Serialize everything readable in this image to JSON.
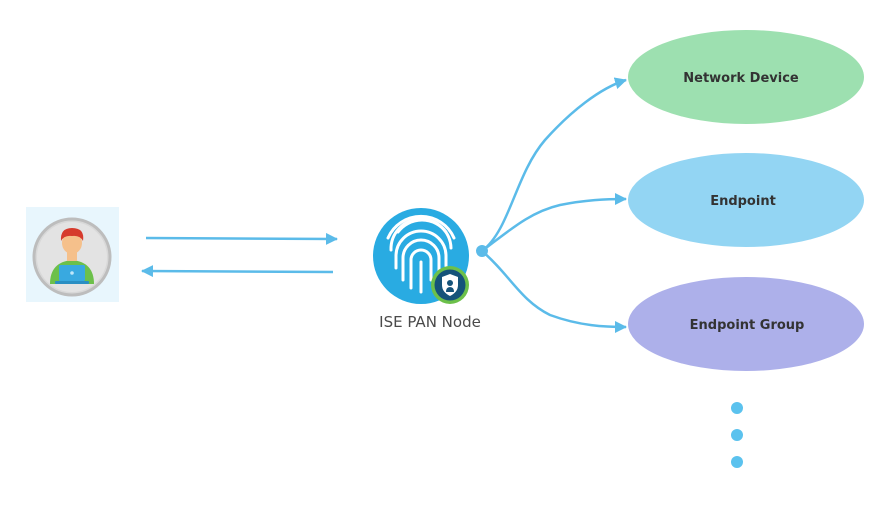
{
  "diagram": {
    "pan_node_label": "ISE PAN Node",
    "targets": [
      {
        "label": "Network Device",
        "fill": "#9de0b0"
      },
      {
        "label": "Endpoint",
        "fill": "#93d5f3"
      },
      {
        "label": "Endpoint Group",
        "fill": "#adb0ea"
      }
    ],
    "more_indicator": "ellipsis-dots",
    "colors": {
      "arrow": "#5bbbe9",
      "dots": "#5bc2ee",
      "fingerprint_bg": "#29abe2",
      "badge_ring": "#6cc04a",
      "badge_inner": "#15537a",
      "user_panel_bg": "#e8f6fd",
      "user_shirt": "#6cc04a",
      "user_hair": "#d63a2c",
      "user_skin": "#f5c08b",
      "laptop": "#39a9e0"
    },
    "icons": {
      "user": "user-at-laptop-icon",
      "pan": "fingerprint-shield-icon"
    }
  }
}
